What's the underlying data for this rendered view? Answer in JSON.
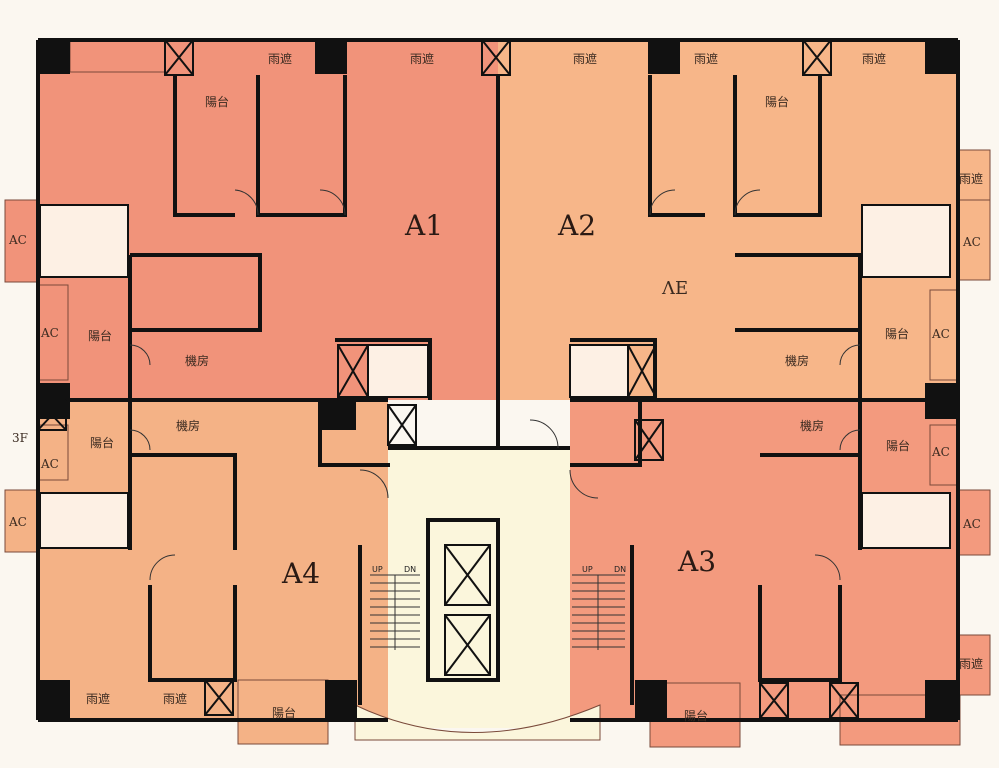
{
  "units": {
    "a1": "A1",
    "a2": "A2",
    "a3": "A3",
    "a4": "A4"
  },
  "floor_label": "3F",
  "ac": "AC",
  "rooms": {
    "balcony": "陽台",
    "machine_room": "機房",
    "canopy": "雨遮"
  },
  "stairs": {
    "up": "UP",
    "dn": "DN"
  },
  "annotation": "ɅE",
  "colors": {
    "a1": "#f1937a",
    "a2": "#f7b689",
    "a3": "#f39a7e",
    "a4": "#f4b286",
    "core": "#fbf6dc",
    "wall": "#111111"
  }
}
